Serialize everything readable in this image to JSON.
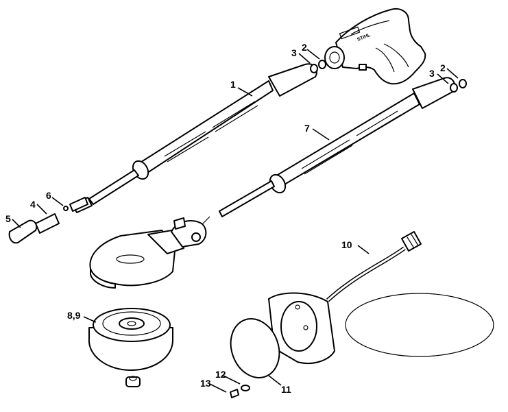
{
  "callouts": [
    {
      "id": "c1",
      "text": "1"
    },
    {
      "id": "c2a",
      "text": "2"
    },
    {
      "id": "c3a",
      "text": "3"
    },
    {
      "id": "c2b",
      "text": "2"
    },
    {
      "id": "c3b",
      "text": "3"
    },
    {
      "id": "c4",
      "text": "4"
    },
    {
      "id": "c5",
      "text": "5"
    },
    {
      "id": "c6",
      "text": "6"
    },
    {
      "id": "c7",
      "text": "7"
    },
    {
      "id": "c89",
      "text": "8,9"
    },
    {
      "id": "c10",
      "text": "10"
    },
    {
      "id": "c11",
      "text": "11"
    },
    {
      "id": "c12",
      "text": "12"
    },
    {
      "id": "c13",
      "text": "13"
    }
  ],
  "gun_logo": "STIHL"
}
